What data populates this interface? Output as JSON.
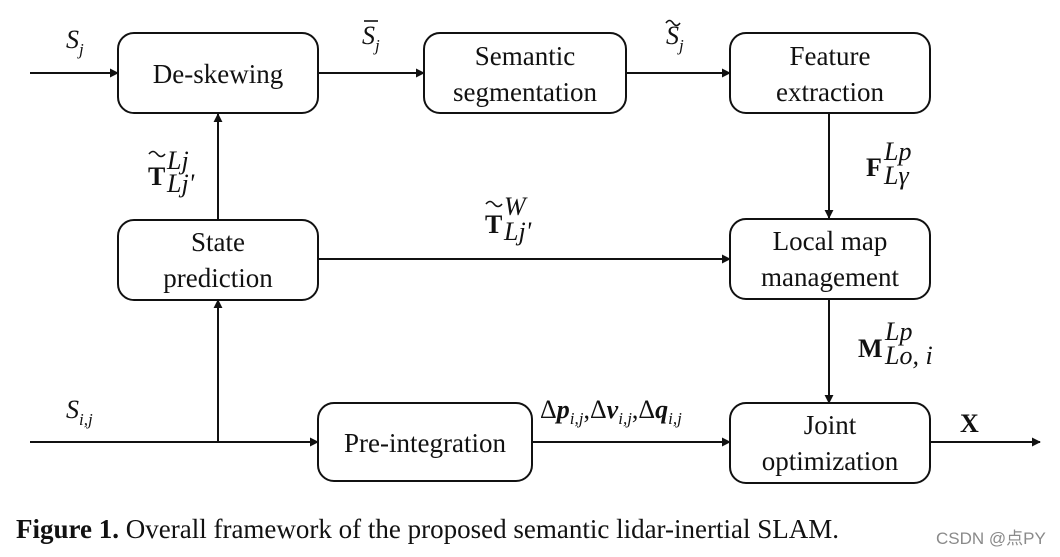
{
  "nodes": {
    "deskewing": "De-skewing",
    "semantic": [
      "Semantic",
      "segmentation"
    ],
    "feature": [
      "Feature",
      "extraction"
    ],
    "state": [
      "State",
      "prediction"
    ],
    "localmap": [
      "Local map",
      "management"
    ],
    "preint": "Pre-integration",
    "joint": [
      "Joint",
      "optimization"
    ]
  },
  "edge_labels": {
    "input_lidar": {
      "base": "S",
      "sub": "j"
    },
    "deskewed": {
      "base": "S",
      "sub": "j",
      "accent": "bar"
    },
    "segmented": {
      "base": "S",
      "sub": "j",
      "accent": "tilde"
    },
    "pose_lidar": {
      "base": "T",
      "sup": "Lj",
      "sub": "Lj'",
      "accent": "tilde"
    },
    "pose_world": {
      "base": "T",
      "sup": "W",
      "sub": "Lj'",
      "accent": "tilde"
    },
    "features": {
      "base": "F",
      "sup": "Lp",
      "sub": "Lγ"
    },
    "local_map": {
      "base": "M",
      "sup": "Lp",
      "sub": "Lo, i"
    },
    "input_imu": {
      "base": "S",
      "sub": "i,j"
    },
    "preint_terms": {
      "parts": [
        {
          "delta": "Δ",
          "var": "p",
          "sub": "i,j"
        },
        {
          "delta": "Δ",
          "var": "v",
          "sub": "i,j"
        },
        {
          "delta": "Δ",
          "var": "q",
          "sub": "i,j"
        }
      ],
      "separator": ","
    },
    "output": "X"
  },
  "caption": {
    "label": "Figure 1.",
    "text": " Overall framework of the proposed semantic lidar-inertial SLAM."
  },
  "watermark": "CSDN @点PY"
}
